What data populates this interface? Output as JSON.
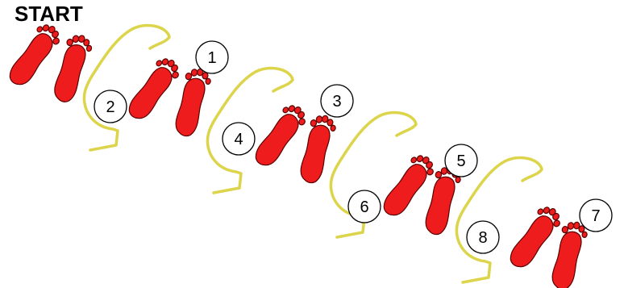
{
  "title": "START",
  "colors": {
    "foot_fill": "#ee1c1c",
    "foot_outline": "#5a0000",
    "hurdle": "#dcd44a",
    "circle_stroke": "#000000",
    "background": "#ffffff"
  },
  "steps": [
    {
      "label": "1",
      "foot": "right"
    },
    {
      "label": "2",
      "foot": "left"
    },
    {
      "label": "3",
      "foot": "right"
    },
    {
      "label": "4",
      "foot": "left"
    },
    {
      "label": "5",
      "foot": "right"
    },
    {
      "label": "6",
      "foot": "left"
    },
    {
      "label": "7",
      "foot": "right"
    },
    {
      "label": "8",
      "foot": "left"
    }
  ],
  "hurdles": 4,
  "icons": [
    "left-footprint-icon",
    "right-footprint-icon",
    "hurdle-icon",
    "step-number-circle"
  ]
}
